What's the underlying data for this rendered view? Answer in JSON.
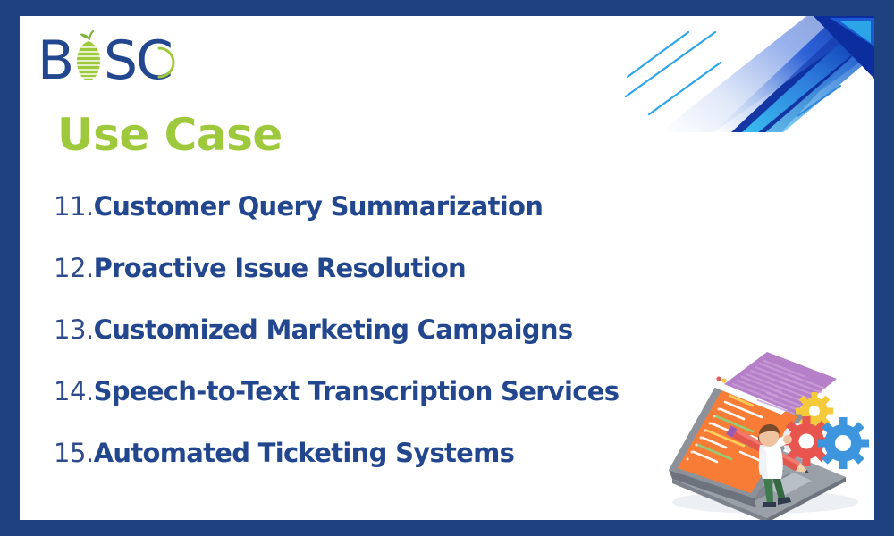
{
  "frame": {
    "border_color": "#1e4280",
    "background": "#ffffff"
  },
  "logo": {
    "name": "bosc-logo",
    "text_before": "B",
    "text_after": "SC",
    "full_text": "BOSC",
    "letter_color": "#23478e",
    "mark_color": "#9fc93c",
    "mark_name": "pear-icon"
  },
  "heading": {
    "text": "Use Case",
    "color": "#9fc93c"
  },
  "list": {
    "number_color": "#2c4a8c",
    "label_color": "#23478e",
    "items": [
      {
        "number": "11.",
        "label": "Customer Query Summarization"
      },
      {
        "number": "12.",
        "label": "Proactive Issue Resolution"
      },
      {
        "number": "13.",
        "label": "Customized Marketing Campaigns"
      },
      {
        "number": "14.",
        "label": "Speech-to-Text Transcription Services"
      },
      {
        "number": "15.",
        "label": "Automated Ticketing Systems"
      }
    ]
  },
  "decoration": {
    "name": "diagonal-ribbons-decoration",
    "colors": [
      "#0b2d9e",
      "#1a4fd0",
      "#3ea8e8",
      "#8fb6ef",
      "#2fb8ee"
    ]
  },
  "illustration": {
    "name": "developer-coding-illustration",
    "elements": [
      "laptop-icon",
      "code-window-icon",
      "gear-icon-yellow",
      "gear-icon-red",
      "gear-icon-blue",
      "question-mark-icon",
      "person-with-pencil-icon"
    ],
    "colors": {
      "laptop": "#8d9199",
      "laptop_screen": "#f4762f",
      "code_window": "#b680c8",
      "gear_yellow": "#f5d githubs",
      "gear_red": "#e8554e",
      "gear_blue": "#3d95dd",
      "pencil": "#e2574c",
      "pants": "#3e7a4e"
    }
  }
}
